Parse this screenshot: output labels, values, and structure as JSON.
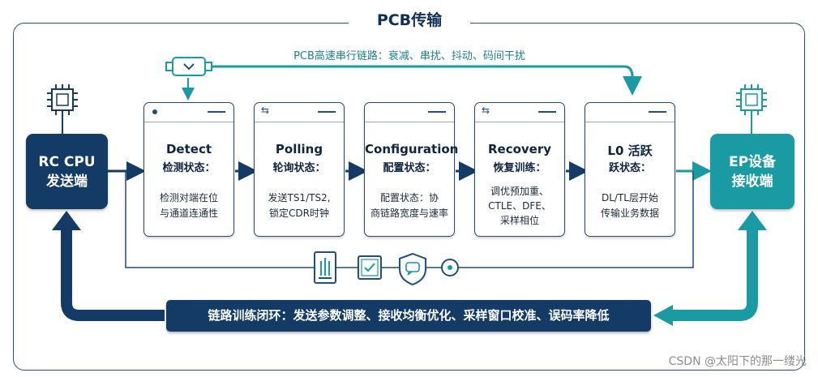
{
  "title": "PCB传输",
  "bus_label": "PCB高速串行链路：衰减、串扰、抖动、码间干扰",
  "rc": {
    "line1": "RC CPU",
    "line2": "发送端"
  },
  "ep": {
    "line1": "EP设备",
    "line2": "接收端"
  },
  "states": [
    {
      "name": "Detect",
      "state": "检测状态：",
      "desc1": "检测对端在位",
      "desc2": "与通道连通性"
    },
    {
      "name": "Polling",
      "state": "轮询状态：",
      "desc1": "发送TS1/TS2,",
      "desc2": "锁定CDR时钟"
    },
    {
      "name": "Configuration",
      "state": "配置状态：",
      "desc1": "配置状态：协",
      "desc2": "商链路宽度与速率"
    },
    {
      "name": "Recovery",
      "state": "恢复训练：",
      "desc1": "调优预加重、",
      "desc2": "CTLE、DFE、",
      "desc3": "采样相位"
    },
    {
      "name": "L0 活跃",
      "state": "跃状态：",
      "desc1": "DL/TL层开始",
      "desc2": "传输业务数据"
    }
  ],
  "loop_label": "链路训练闭环：发送参数调整、接收均衡优化、采样窗口校准、误码率降低",
  "watermark": "CSDN @太阳下的那一缕光",
  "icons": [
    "chip-icon",
    "signal-probe-icon",
    "eye-diagram-icon",
    "checklist-icon",
    "shield-chat-icon",
    "target-icon"
  ],
  "colors": {
    "navy": "#143b66",
    "teal": "#1a9aa3",
    "frame": "#1f4f7a"
  }
}
